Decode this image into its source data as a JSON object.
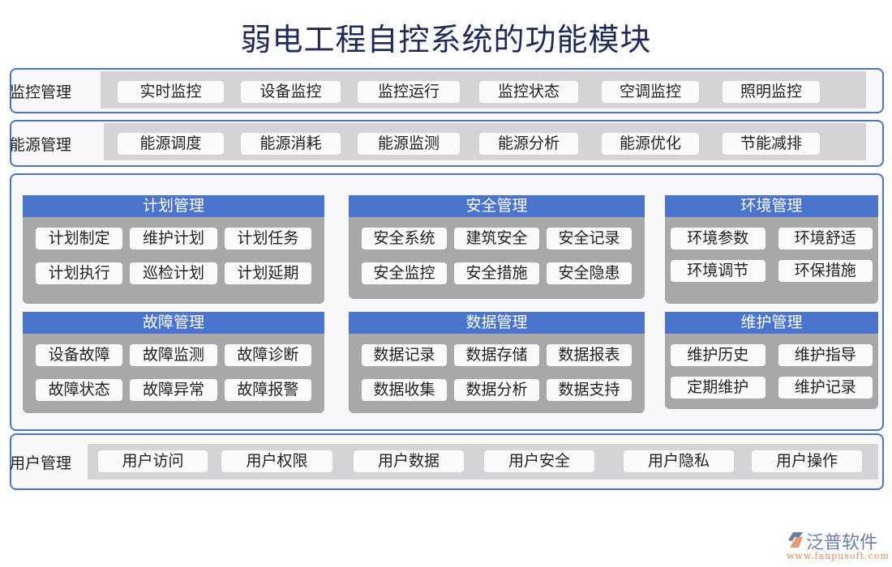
{
  "title": "弱电工程自控系统的功能模块",
  "rows": [
    {
      "label": "监控管理",
      "items": [
        "实时监控",
        "设备监控",
        "监控运行",
        "监控状态",
        "空调监控",
        "照明监控"
      ]
    },
    {
      "label": "能源管理",
      "items": [
        "能源调度",
        "能源消耗",
        "能源监测",
        "能源分析",
        "能源优化",
        "节能减排"
      ]
    },
    {
      "label": "用户管理",
      "items": [
        "用户访问",
        "用户权限",
        "用户数据",
        "用户安全",
        "用户隐私",
        "用户操作"
      ]
    }
  ],
  "panels": [
    {
      "title": "计划管理",
      "items": [
        "计划制定",
        "维护计划",
        "计划任务",
        "计划执行",
        "巡检计划",
        "计划延期"
      ]
    },
    {
      "title": "安全管理",
      "items": [
        "安全系统",
        "建筑安全",
        "安全记录",
        "安全监控",
        "安全措施",
        "安全隐患"
      ]
    },
    {
      "title": "环境管理",
      "items": [
        "环境参数",
        "环境舒适",
        "环境调节",
        "环保措施"
      ]
    },
    {
      "title": "故障管理",
      "items": [
        "设备故障",
        "故障监测",
        "故障诊断",
        "故障状态",
        "故障异常",
        "故障报警"
      ]
    },
    {
      "title": "数据管理",
      "items": [
        "数据记录",
        "数据存储",
        "数据报表",
        "数据收集",
        "数据分析",
        "数据支持"
      ]
    },
    {
      "title": "维护管理",
      "items": [
        "维护历史",
        "维护指导",
        "定期维护",
        "维护记录"
      ]
    }
  ],
  "logo": {
    "name": "泛普软件",
    "url": "www.fanpusoft.com"
  },
  "colors": {
    "accent": "#4b74cc",
    "panel": "#a8a8a8",
    "row_gray": "#d4d4d6"
  }
}
